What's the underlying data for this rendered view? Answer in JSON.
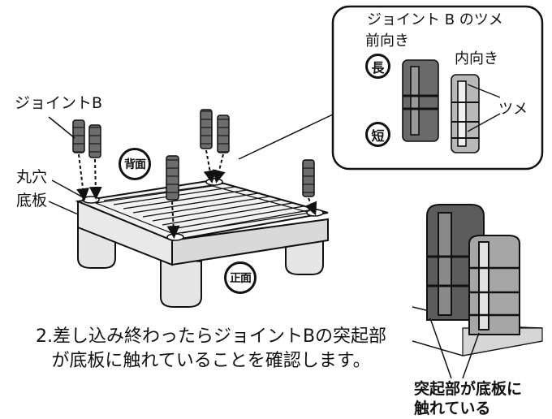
{
  "labels": {
    "joint_b": "ジョイントB",
    "round_hole": "丸穴",
    "base_plate": "底板",
    "back_badge": "背面",
    "front_badge": "正面"
  },
  "inset": {
    "title": "ジョイント B のツメ",
    "forward": "前向き",
    "inward": "内向き",
    "claw": "ツメ",
    "long": "長",
    "short": "短"
  },
  "instruction": {
    "line1": "2.差し込み終わったらジョイントBの突起部",
    "line2": "が底板に触れていることを確認します。"
  },
  "detail_caption": {
    "line1": "突起部が底板に",
    "line2": "触れている"
  }
}
